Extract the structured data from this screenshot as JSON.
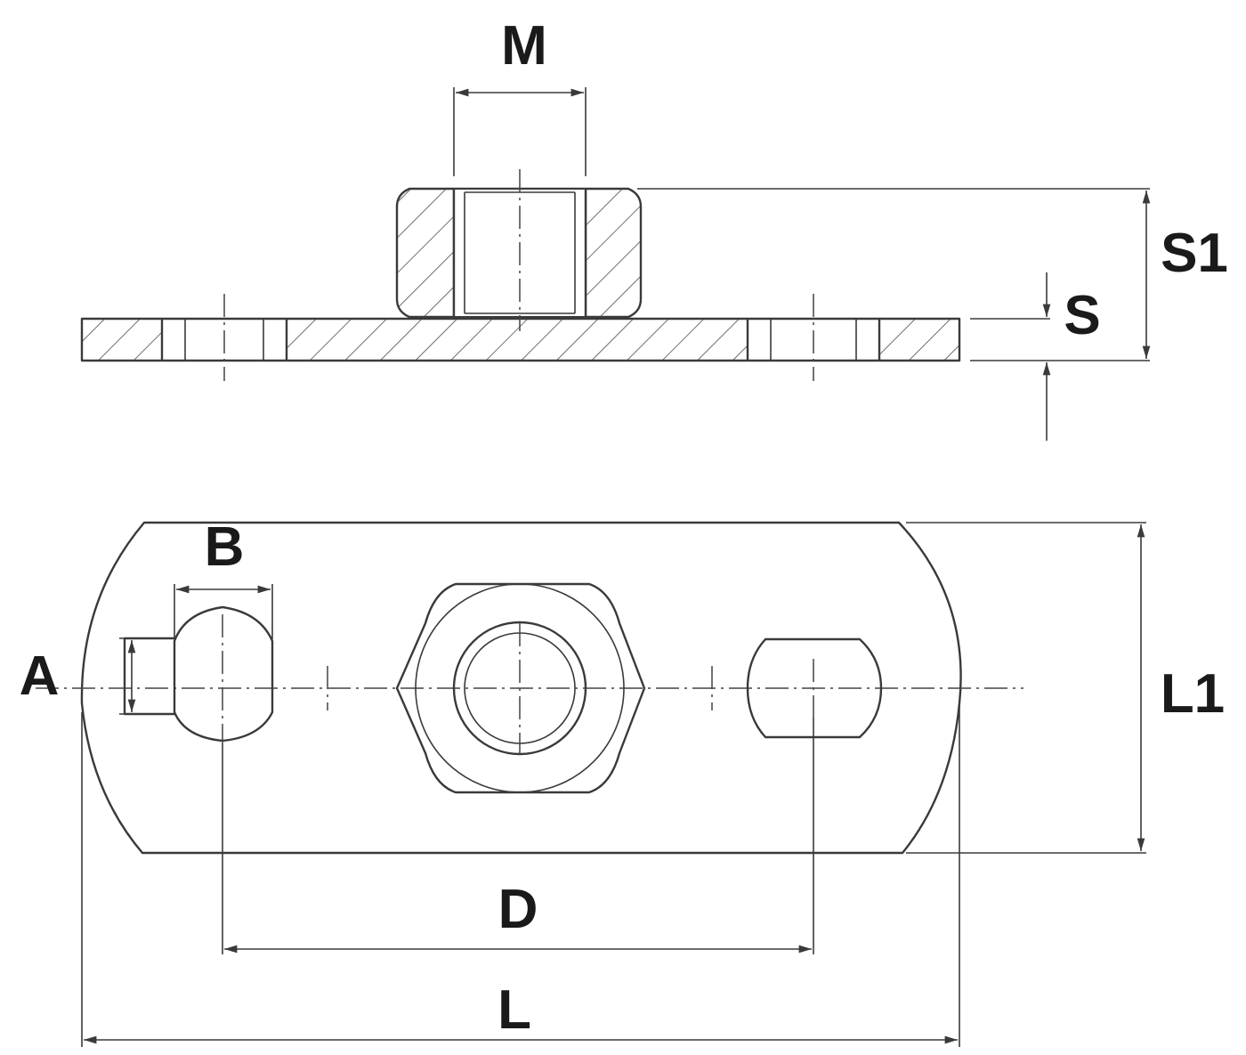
{
  "labels": {
    "M": "M",
    "S1": "S1",
    "S": "S",
    "B": "B",
    "A": "A",
    "L1": "L1",
    "D": "D",
    "L": "L"
  },
  "colors": {
    "line": "#3a3a3a",
    "text": "#1a1a1a",
    "background": "#ffffff"
  }
}
